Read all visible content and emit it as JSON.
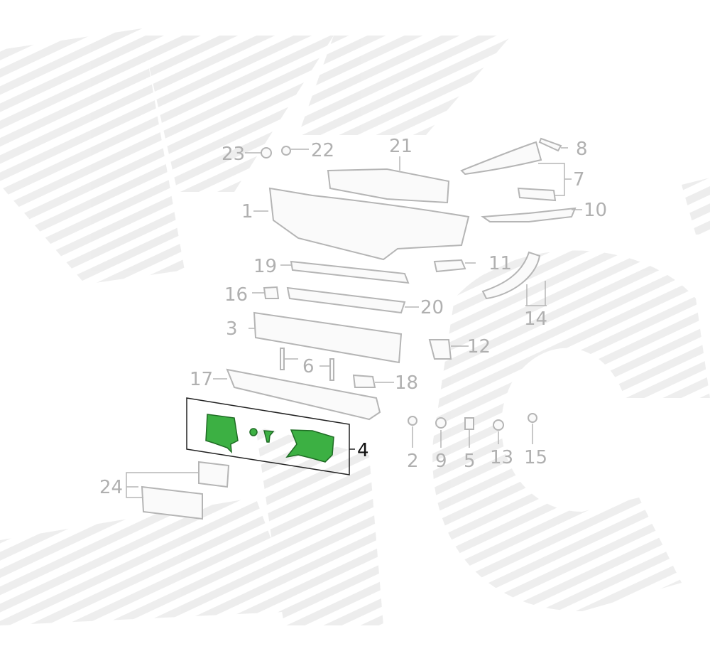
{
  "diagram": {
    "highlight_color": "#3cb043",
    "label_color": "#b0b0b0",
    "highlighted_callout": "4",
    "callouts": [
      {
        "id": "c23",
        "text": "23"
      },
      {
        "id": "c22",
        "text": "22"
      },
      {
        "id": "c21",
        "text": "21"
      },
      {
        "id": "c8",
        "text": "8"
      },
      {
        "id": "c7",
        "text": "7"
      },
      {
        "id": "c10",
        "text": "10"
      },
      {
        "id": "c1",
        "text": "1"
      },
      {
        "id": "c19",
        "text": "19"
      },
      {
        "id": "c11",
        "text": "11"
      },
      {
        "id": "c16",
        "text": "16"
      },
      {
        "id": "c20",
        "text": "20"
      },
      {
        "id": "c14",
        "text": "14"
      },
      {
        "id": "c3",
        "text": "3"
      },
      {
        "id": "c12",
        "text": "12"
      },
      {
        "id": "c6",
        "text": "6"
      },
      {
        "id": "c17",
        "text": "17"
      },
      {
        "id": "c18",
        "text": "18"
      },
      {
        "id": "c4",
        "text": "4"
      },
      {
        "id": "c2",
        "text": "2"
      },
      {
        "id": "c9",
        "text": "9"
      },
      {
        "id": "c5",
        "text": "5"
      },
      {
        "id": "c13",
        "text": "13"
      },
      {
        "id": "c15",
        "text": "15"
      },
      {
        "id": "c24",
        "text": "24"
      }
    ]
  }
}
